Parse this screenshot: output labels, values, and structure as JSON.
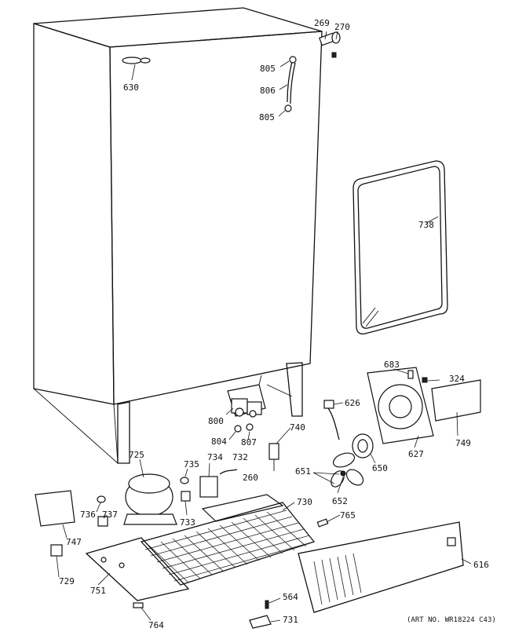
{
  "diagram": {
    "art_number": "(ART NO. WR18224 C43)",
    "callouts": [
      {
        "id": "269",
        "label": "269"
      },
      {
        "id": "270",
        "label": "270"
      },
      {
        "id": "805a",
        "label": "805"
      },
      {
        "id": "806",
        "label": "806"
      },
      {
        "id": "805b",
        "label": "805"
      },
      {
        "id": "630",
        "label": "630"
      },
      {
        "id": "738",
        "label": "738"
      },
      {
        "id": "683",
        "label": "683"
      },
      {
        "id": "324",
        "label": "324"
      },
      {
        "id": "626",
        "label": "626"
      },
      {
        "id": "800",
        "label": "800"
      },
      {
        "id": "740",
        "label": "740"
      },
      {
        "id": "804",
        "label": "804"
      },
      {
        "id": "807",
        "label": "807"
      },
      {
        "id": "627",
        "label": "627"
      },
      {
        "id": "749",
        "label": "749"
      },
      {
        "id": "650",
        "label": "650"
      },
      {
        "id": "725",
        "label": "725"
      },
      {
        "id": "735",
        "label": "735"
      },
      {
        "id": "734",
        "label": "734"
      },
      {
        "id": "732",
        "label": "732"
      },
      {
        "id": "260",
        "label": "260"
      },
      {
        "id": "651",
        "label": "651"
      },
      {
        "id": "730",
        "label": "730"
      },
      {
        "id": "652",
        "label": "652"
      },
      {
        "id": "736",
        "label": "736"
      },
      {
        "id": "737",
        "label": "737"
      },
      {
        "id": "733",
        "label": "733"
      },
      {
        "id": "765",
        "label": "765"
      },
      {
        "id": "747",
        "label": "747"
      },
      {
        "id": "616",
        "label": "616"
      },
      {
        "id": "729",
        "label": "729"
      },
      {
        "id": "751",
        "label": "751"
      },
      {
        "id": "564",
        "label": "564"
      },
      {
        "id": "731",
        "label": "731"
      },
      {
        "id": "764",
        "label": "764"
      }
    ]
  }
}
